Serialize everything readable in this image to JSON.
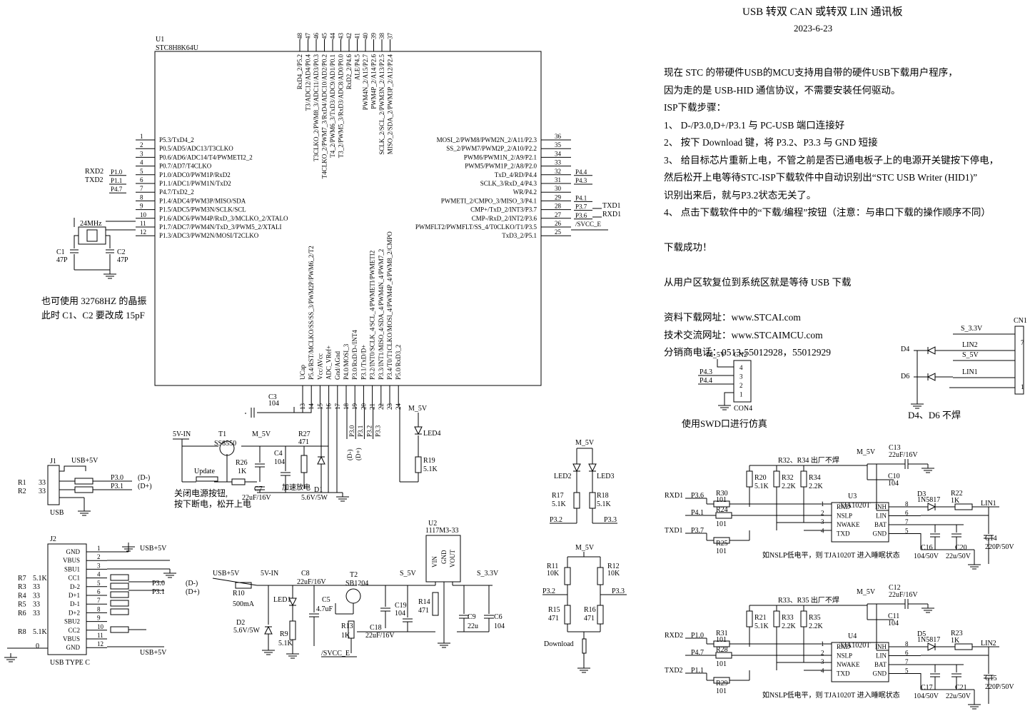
{
  "header": {
    "title": "USB 转双 CAN 或转双 LIN 通讯板",
    "date": "2023-6-23"
  },
  "notes": [
    "现在 STC 的带硬件USB的MCU支持用自带的硬件USB下载用户程序，",
    "因为走的是 USB-HID 通信协议，不需要安装任何驱动。",
    "ISP下载步骤：",
    "1、 D-/P3.0,D+/P3.1 与 PC-USB 端口连接好",
    "2、 按下 Download 键，将 P3.2、P3.3 与 GND 短接",
    "3、 给目标芯片重新上电，不管之前是否已通电板子上的电源开关键按下停电，",
    "     然后松开上电等待STC-ISP下载软件中自动识别出“STC USB Writer (HID1)”",
    "     识别出来后，就与P3.2状态无关了。",
    "4、 点击下载软件中的“下载/编程”按钮（注意：与串口下载的操作顺序不同）",
    "",
    "下载成功！",
    "",
    "从用户区软复位到系统区就是等待 USB 下载",
    "",
    "资料下载网址：www.STCAI.com",
    "技术交流网址：www.STCAIMCU.com",
    "分销商电话：0513-55012928，55012929"
  ],
  "crystal_note": [
    "也可使用 32768HZ 的晶振",
    "此时 C1、C2 要改成 15pF"
  ],
  "swd_note": "使用SWD口进行仿真",
  "d4d6_note": "D4、D6 不焊",
  "power_note": [
    "关闭电源按钮,",
    "按下断电，松开上电"
  ],
  "nslp_note": "如NSLP低电平，则 TJA1020T 进入睡眠状态",
  "not_fitted": [
    "R32、R34 出厂不焊",
    "R33、R35 出厂不焊"
  ],
  "mcu": {
    "ref": "U1",
    "part": "STC8H8K64U",
    "left_pins": [
      {
        "num": "1",
        "name": "P5.3/TxD4_2",
        "net": ""
      },
      {
        "num": "2",
        "name": "P0.5/AD5/ADC13/T3CLKO",
        "net": ""
      },
      {
        "num": "3",
        "name": "P0.6/AD6/ADC14/T4/PWMETI2_2",
        "net": ""
      },
      {
        "num": "4",
        "name": "P0.7/AD7/T4CLKO",
        "net": ""
      },
      {
        "num": "5",
        "name": "P1.0/ADC0/PWM1P/RxD2",
        "net": "P1.0"
      },
      {
        "num": "6",
        "name": "P1.1/ADC1/PWM1N/TxD2",
        "net": "P1.1"
      },
      {
        "num": "7",
        "name": "P4.7/TxD2_2",
        "net": "P4.7"
      },
      {
        "num": "8",
        "name": "P1.4/ADC4/PWM3P/MISO/SDA",
        "net": ""
      },
      {
        "num": "9",
        "name": "P1.5/ADC5/PWM3N/SCLK/SCL",
        "net": ""
      },
      {
        "num": "10",
        "name": "P1.6/ADC6/PWM4P/RxD_3/MCLKO_2/XTALO",
        "net": ""
      },
      {
        "num": "11",
        "name": "P1.7/ADC7/PWM4N/TxD_3/PWM5_2/XTALI",
        "net": ""
      },
      {
        "num": "12",
        "name": "P1.3/ADC3/PWM2N/MOSI/T2CLKO",
        "net": ""
      }
    ],
    "right_pins": [
      {
        "num": "36",
        "name": "MOSI_2/PWM8/PWM2N_2/A11/P2.3",
        "net": ""
      },
      {
        "num": "35",
        "name": "SS_2/PWM7/PWM2P_2/A10/P2.2",
        "net": ""
      },
      {
        "num": "34",
        "name": "PWM6/PWM1N_2/A9/P2.1",
        "net": ""
      },
      {
        "num": "33",
        "name": "PWM5/PWM1P_2/A8/P2.0",
        "net": ""
      },
      {
        "num": "32",
        "name": "TxD_4/RD/P4.4",
        "net": "P4.4"
      },
      {
        "num": "31",
        "name": "SCLK_3/RxD_4/P4.3",
        "net": "P4.3"
      },
      {
        "num": "30",
        "name": "WR/P4.2",
        "net": ""
      },
      {
        "num": "29",
        "name": "PWMETI_2/CMPO_3/MISO_3/P4.1",
        "net": "P4.1"
      },
      {
        "num": "28",
        "name": "CMP+/TxD_2/INT3/P3.7",
        "net": "P3.7"
      },
      {
        "num": "27",
        "name": "CMP-/RxD_2/INT2/P3.6",
        "net": "P3.6"
      },
      {
        "num": "26",
        "name": "PWMFLT2/PWMFLT/SS_4/T0CLKO/T1/P3.5",
        "net": "/SVCC_E"
      },
      {
        "num": "25",
        "name": "TxD3_2/P5.1",
        "net": ""
      }
    ],
    "top_pins": [
      {
        "num": "48",
        "name": "RxD4_2/P5.2"
      },
      {
        "num": "47",
        "name": "T3/ADC12/AD4/P0.4"
      },
      {
        "num": "46",
        "name": "T3CLKO_2/PWM8_3/ADC11/AD3/P0.3"
      },
      {
        "num": "45",
        "name": "T4CLKO_2/PWM7_3/RxD4/ADC10/AD2/P0.2"
      },
      {
        "num": "44",
        "name": "T4_2/PWM6_3/TxD3/ADC9/AD1/P0.1"
      },
      {
        "num": "43",
        "name": "T3_2/PWM5_3/RxD3/ADC8/AD0/P0.0"
      },
      {
        "num": "42",
        "name": "RxD2_2/P4.6"
      },
      {
        "num": "41",
        "name": "ALE/P4.5"
      },
      {
        "num": "40",
        "name": "PWM4N_2/A15/P2.7"
      },
      {
        "num": "39",
        "name": "PWM4P_2/A14/P2.6"
      },
      {
        "num": "38",
        "name": "SCLK_2/SCL_2/PWM3N_2/A13/P2.5"
      },
      {
        "num": "37",
        "name": "MISO_2/SDA_2/PWM3P_2/A12/P2.4"
      }
    ],
    "bottom_pins": [
      {
        "num": "13",
        "name": "UCap"
      },
      {
        "num": "14",
        "name": "P5.4/RST/MCLKO/SS/SS_3/PWM2P/PWM6_2/T2"
      },
      {
        "num": "15",
        "name": "Vcc/AVcc"
      },
      {
        "num": "16",
        "name": "ADC_VRef+"
      },
      {
        "num": "17",
        "name": "Gnd/AGnd"
      },
      {
        "num": "18",
        "name": "P4.0/MOSI_3"
      },
      {
        "num": "19",
        "name": "P3.0/RxD/D-/INT4"
      },
      {
        "num": "20",
        "name": "P3.1/TxD/D+"
      },
      {
        "num": "21",
        "name": "P3.2/INT0/SCLK_4/SCL_4/PWMETI/PWMETI2"
      },
      {
        "num": "22",
        "name": "P3.3/INT1/MISO_4/SDA_4/PWM4N_4/PWM7_2"
      },
      {
        "num": "23",
        "name": "P3.4/T0/T1CLKO/MOSI_4/PWM4P_4/PWM8_2/CMPO"
      },
      {
        "num": "24",
        "name": "P5.0/RxD3_2"
      }
    ],
    "bottom_nets": [
      "P3.0",
      "P3.1",
      "P3.2",
      "P3.3"
    ],
    "dpm_labels": [
      "(D-)",
      "(D+)"
    ]
  },
  "uart_labels": {
    "rxd2": "RXD2",
    "txd2": "TXD2",
    "txd1": "TXD1",
    "rxd1": "RXD1"
  },
  "crystal": {
    "freq": "24MHz",
    "c1": "C1",
    "c1v": "47P",
    "c2": "C2",
    "c2v": "47P"
  },
  "power": {
    "c3": "C3",
    "c3v": "104",
    "vin": "5V-IN",
    "t1": "T1",
    "t1p": "SS8550",
    "m5v": "M_5V",
    "r26": "R26",
    "r26v": "1K",
    "c4": "C4",
    "c4v": "104",
    "r27": "R27",
    "r27v": "471",
    "update": "Update",
    "c7": "C7",
    "c7v": "22uF/16V",
    "discharge": "加速放电",
    "d1": "D1",
    "d1v": "5.6V/5W",
    "led4": "LED4",
    "r19": "R19",
    "r19v": "5.1K",
    "m5v2": "M_5V"
  },
  "j1": {
    "ref": "J1",
    "usb5v": "USB+5V",
    "r1": "R1",
    "r2": "R2",
    "r1v": "33",
    "r2v": "33",
    "p30": "P3.0",
    "p31": "P3.1",
    "dm": "(D-)",
    "dp": "(D+)",
    "label": "USB"
  },
  "j2": {
    "ref": "J2",
    "label": "USB TYPE C",
    "pins": [
      {
        "num": "1",
        "name": "GND"
      },
      {
        "num": "2",
        "name": "VBUS"
      },
      {
        "num": "3",
        "name": "SBU1"
      },
      {
        "num": "4",
        "name": "CC1"
      },
      {
        "num": "5",
        "name": "D-2"
      },
      {
        "num": "6",
        "name": "D+1"
      },
      {
        "num": "7",
        "name": "D-1"
      },
      {
        "num": "8",
        "name": "D+2"
      },
      {
        "num": "9",
        "name": "SBU2"
      },
      {
        "num": "10",
        "name": "CC2"
      },
      {
        "num": "11",
        "name": "VBUS"
      },
      {
        "num": "12",
        "name": "GND"
      }
    ],
    "usb5v": "USB+5V",
    "usb5v2": "USB+5V",
    "zero": "0",
    "resistors": [
      {
        "ref": "R7",
        "val": "5.1K"
      },
      {
        "ref": "R3",
        "val": "33"
      },
      {
        "ref": "R4",
        "val": "33"
      },
      {
        "ref": "R5",
        "val": "33"
      },
      {
        "ref": "R6",
        "val": "33"
      },
      {
        "ref": "R8",
        "val": "5.1K"
      }
    ],
    "p30": "P3.0",
    "p31": "P3.1",
    "dm": "(D-)",
    "dp": "(D+)"
  },
  "reg": {
    "usb5v": "USB+5V",
    "vin": "5V-IN",
    "r10": "R10",
    "r10v": "500mA",
    "c8": "C8",
    "c8v": "22uF/16V",
    "led1": "LED1",
    "c5": "C5",
    "c5v": "4.7uF",
    "t2": "T2",
    "t2p": "SB1204",
    "d2": "D2",
    "d2v": "5.6V/5W",
    "r9": "R9",
    "r9v": "5.1K",
    "r13": "R13",
    "r13v": "1K",
    "svcc": "/SVCC_E",
    "s5v": "S_5V",
    "c19": "C19",
    "c19v": "104",
    "c18": "C18",
    "c18v": "22uF/16V",
    "u2": "U2",
    "u2p": "1117M3-33",
    "vinp": "VIN",
    "gndp": "GND",
    "voutp": "VOUT",
    "r14": "R14",
    "r14v": "471",
    "s33": "S_3.3V",
    "c9": "C9",
    "c9v": "22u",
    "c6": "C6",
    "c6v": "104"
  },
  "leds23": {
    "m5v": "M_5V",
    "led2": "LED2",
    "led3": "LED3",
    "r17": "R17",
    "r17v": "5.1K",
    "r18": "R18",
    "r18v": "5.1K",
    "p32": "P3.2",
    "p33": "P3.3"
  },
  "dl": {
    "m5v": "M_5V",
    "r11": "R11",
    "r11v": "10K",
    "r12": "R12",
    "r12v": "10K",
    "p32": "P3.2",
    "p33": "P3.3",
    "r15": "R15",
    "r15v": "471",
    "r16": "R16",
    "r16v": "471",
    "download": "Download"
  },
  "cn2": {
    "m5v": "M_5V",
    "ref": "CN2",
    "pins": [
      "4",
      "3",
      "2",
      "1"
    ],
    "p43": "P4.3",
    "p44": "P4.4",
    "part": "CON4"
  },
  "cn1": {
    "ref": "CN1",
    "s33": "S_3.3V",
    "lin2": "LIN2",
    "s5v": "S_5V",
    "lin1": "LIN1",
    "d4": "D4",
    "d6": "D6",
    "pin7": "7",
    "pin1": "1"
  },
  "lin_blocks": [
    {
      "rxd": "RXD1",
      "txd": "TXD1",
      "rxp": "P3.6",
      "slp": "P4.1",
      "txp": "P3.7",
      "r30": "R30",
      "r30v": "101",
      "r20": "R20",
      "r20v": "5.1K",
      "r32": "R32",
      "r32v": "2.2K",
      "r34": "R34",
      "r34v": "2.2K",
      "r24": "R24",
      "r24v": "101",
      "r25": "R25",
      "r25v": "101",
      "u": "U3",
      "upart": "TJA1020T",
      "m5v": "M_5V",
      "c13": "C13",
      "c13v": "22uF/16V",
      "c10": "C10",
      "c10v": "104",
      "d": "D3",
      "dpart": "1N5817",
      "r22": "R22",
      "r22v": "1K",
      "lin": "LIN1",
      "c16": "C16",
      "c16v": "104/50V",
      "c20": "C20",
      "c20v": "22u/50V",
      "c14": "C14",
      "c14v": "220P/50V"
    },
    {
      "rxd": "RXD2",
      "txd": "TXD2",
      "rxp": "P1.0",
      "slp": "P4.7",
      "txp": "P1.1",
      "r30": "R31",
      "r30v": "101",
      "r20": "R21",
      "r20v": "5.1K",
      "r32": "R33",
      "r32v": "2.2K",
      "r34": "R35",
      "r34v": "2.2K",
      "r24": "R28",
      "r24v": "101",
      "r25": "R29",
      "r25v": "101",
      "u": "U4",
      "upart": "TJA1020T",
      "m5v": "M_5V",
      "c13": "C12",
      "c13v": "22uF/16V",
      "c10": "C11",
      "c10v": "104",
      "d": "D5",
      "dpart": "1N5817",
      "r22": "R23",
      "r22v": "1K",
      "lin": "LIN2",
      "c16": "C17",
      "c16v": "104/50V",
      "c20": "C21",
      "c20v": "22u/50V",
      "c14": "C15",
      "c14v": "220P/50V"
    }
  ],
  "tja_pins": {
    "left": [
      {
        "num": "1",
        "name": "RXD"
      },
      {
        "num": "2",
        "name": "NSLP"
      },
      {
        "num": "3",
        "name": "NWAKE"
      },
      {
        "num": "4",
        "name": "TXD"
      }
    ],
    "right": [
      {
        "num": "8",
        "name": "INH"
      },
      {
        "num": "6",
        "name": "LIN"
      },
      {
        "num": "7",
        "name": "BAT"
      },
      {
        "num": "5",
        "name": "GND"
      }
    ]
  }
}
